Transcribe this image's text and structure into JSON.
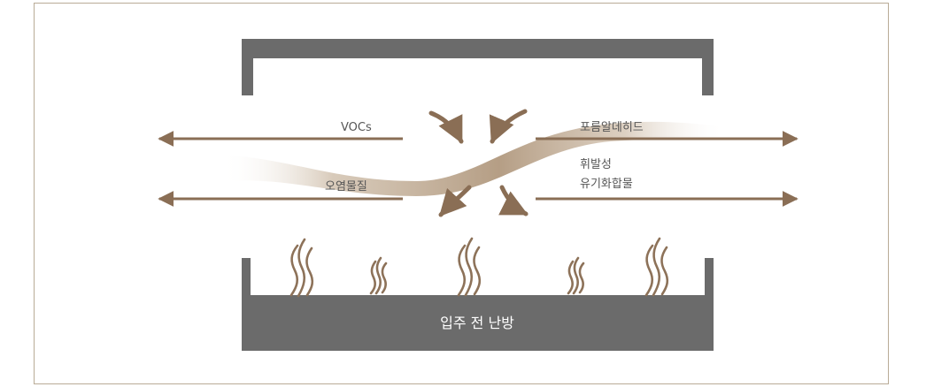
{
  "diagram": {
    "labels": {
      "vocs": "VOCs",
      "formaldehyde": "포름알데히드",
      "pollutant": "오염물질",
      "volatile_line1": "휘발성",
      "volatile_line2": "유기화합물",
      "floor": "입주 전 난방"
    },
    "colors": {
      "frame_border": "#b9ab96",
      "structure_gray": "#6b6b6b",
      "arrow_brown": "#8a6e55",
      "smoke_brown": "#8d7259",
      "text": "#555555",
      "floor_text": "#ffffff"
    }
  }
}
